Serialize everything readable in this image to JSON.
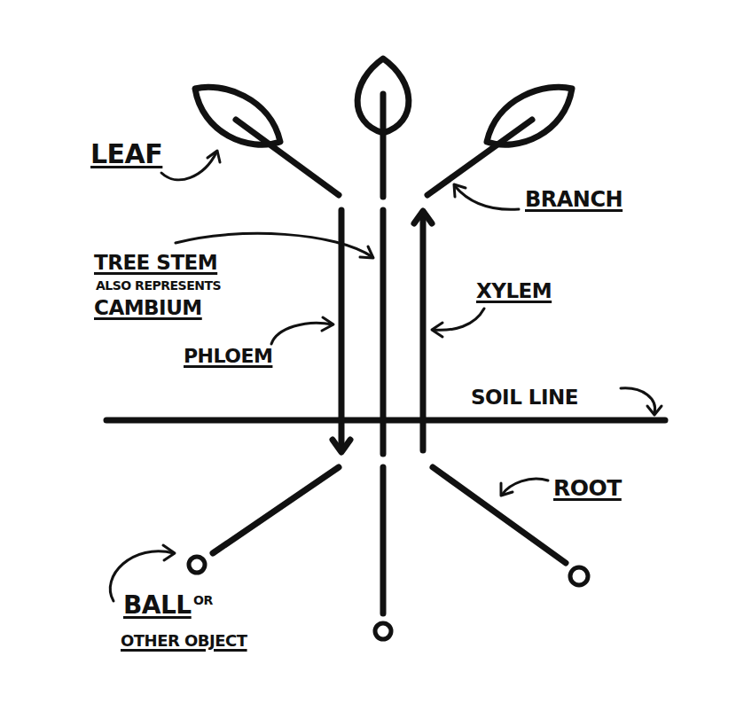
{
  "diagram": {
    "labels": [
      "LEAF",
      "BRANCH",
      "TREE STEM",
      "ALSO REPRESENTS",
      "CAMBIUM",
      "XYLEM",
      "PHLOEM",
      "SOIL LINE",
      "ROOT",
      "BALL",
      "OR",
      "OTHER OBJECT"
    ]
  }
}
